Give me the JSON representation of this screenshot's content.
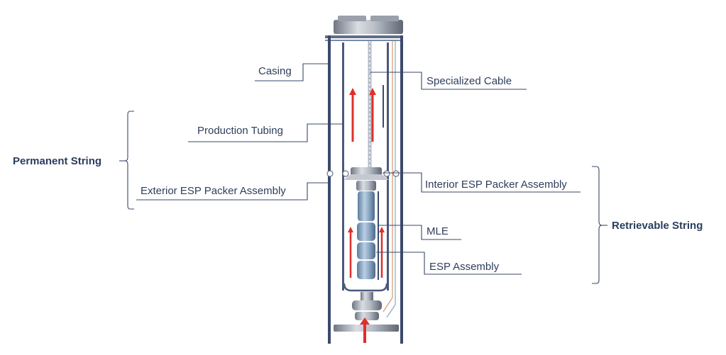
{
  "groups": {
    "permanent": "Permanent String",
    "retrievable": "Retrievable String"
  },
  "labels": {
    "casing": "Casing",
    "production_tubing": "Production Tubing",
    "exterior_packer": "Exterior ESP Packer Assembly",
    "specialized_cable": "Specialized Cable",
    "interior_packer": "Interior ESP Packer Assembly",
    "mle": "MLE",
    "esp_assembly": "ESP Assembly"
  },
  "colors": {
    "text": "#2e3e5c",
    "leader": "#3a4766",
    "casing_wall": "#3b4a6b",
    "flow_arrow": "#e0302a",
    "cable": "#c9cfd8",
    "pump_body": "#7f9fbd",
    "hardware": "#a7adb6"
  }
}
